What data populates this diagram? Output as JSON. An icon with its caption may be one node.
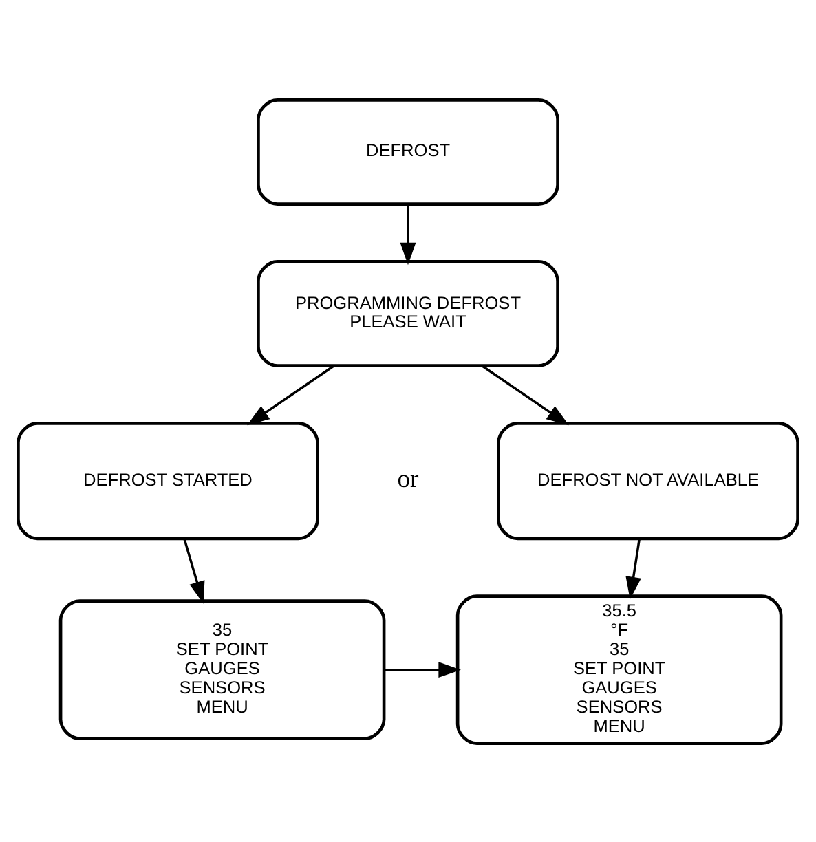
{
  "diagram": {
    "nodes": [
      {
        "text": [
          "DEFROST"
        ]
      },
      {
        "text": [
          "PROGRAMMING DEFROST",
          "PLEASE WAIT"
        ]
      },
      {
        "text": [
          "DEFROST STARTED"
        ]
      },
      {
        "text": [
          "DEFROST NOT AVAILABLE"
        ]
      },
      {
        "text": [
          "35",
          "SET POINT",
          "GAUGES",
          "SENSORS",
          "MENU"
        ]
      },
      {
        "text": [
          "35.5",
          "°F",
          "35",
          "SET POINT",
          "GAUGES",
          "SENSORS",
          "MENU"
        ]
      }
    ],
    "edges": [
      {
        "from": 0,
        "to": 1,
        "arrow": "to"
      },
      {
        "from": 1,
        "to": 2,
        "arrow": "to"
      },
      {
        "from": 1,
        "to": 3,
        "arrow": "to"
      },
      {
        "from": 2,
        "to": 4,
        "arrow": "to"
      },
      {
        "from": 3,
        "to": 5,
        "arrow": "to"
      },
      {
        "from": 4,
        "to": 5,
        "arrow": "to"
      }
    ],
    "labels": [
      "or"
    ]
  }
}
